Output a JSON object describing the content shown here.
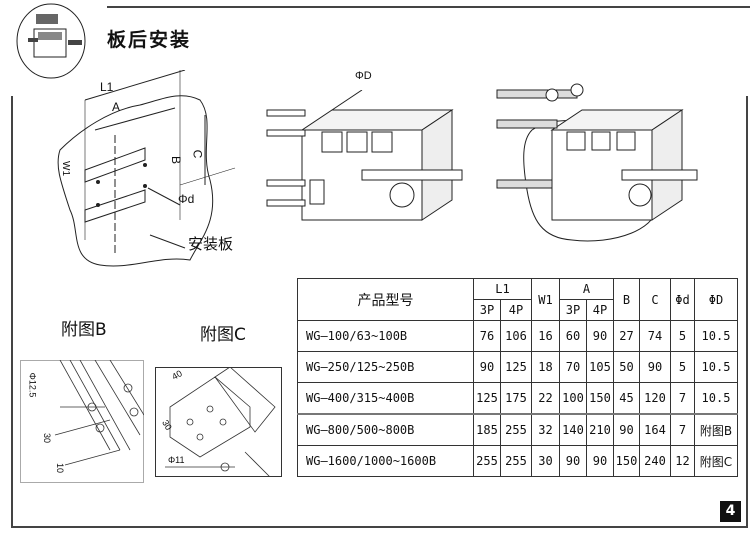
{
  "header": {
    "title": "板后安装",
    "page_number": "4"
  },
  "diagram": {
    "l1": "L1",
    "a": "A",
    "w1": "W1",
    "b": "B",
    "c": "C",
    "phi_d_small": "Φd",
    "phi_d_big": "ΦD",
    "plate_label": "安装板"
  },
  "figure_b": {
    "title": "附图B",
    "dim1": "Φ12.5",
    "dim2": "30",
    "dim3": "10"
  },
  "figure_c": {
    "title": "附图C",
    "dim1": "40",
    "dim2": "30",
    "dim3": "Φ11"
  },
  "table": {
    "header": {
      "model": "产品型号",
      "l1": "L1",
      "w1": "W1",
      "a": "A",
      "b": "B",
      "c": "C",
      "phid": "Φd",
      "phiD": "ΦD",
      "p3": "3P",
      "p4": "4P"
    },
    "rows": [
      {
        "model": "WG—100/63~100B",
        "l1_3p": "76",
        "l1_4p": "106",
        "w1": "16",
        "a_3p": "60",
        "a_4p": "90",
        "b": "27",
        "c": "74",
        "phid": "5",
        "phiD": "10.5"
      },
      {
        "model": "WG—250/125~250B",
        "l1_3p": "90",
        "l1_4p": "125",
        "w1": "18",
        "a_3p": "70",
        "a_4p": "105",
        "b": "50",
        "c": "90",
        "phid": "5",
        "phiD": "10.5"
      },
      {
        "model": "WG—400/315~400B",
        "l1_3p": "125",
        "l1_4p": "175",
        "w1": "22",
        "a_3p": "100",
        "a_4p": "150",
        "b": "45",
        "c": "120",
        "phid": "7",
        "phiD": "10.5"
      },
      {
        "model": "WG—800/500~800B",
        "l1_3p": "185",
        "l1_4p": "255",
        "w1": "32",
        "a_3p": "140",
        "a_4p": "210",
        "b": "90",
        "c": "164",
        "phid": "7",
        "phiD": "附图B"
      },
      {
        "model": "WG—1600/1000~1600B",
        "l1_3p": "255",
        "l1_4p": "255",
        "w1": "30",
        "a_3p": "90",
        "a_4p": "90",
        "b": "150",
        "c": "240",
        "phid": "12",
        "phiD": "附图C"
      }
    ]
  }
}
